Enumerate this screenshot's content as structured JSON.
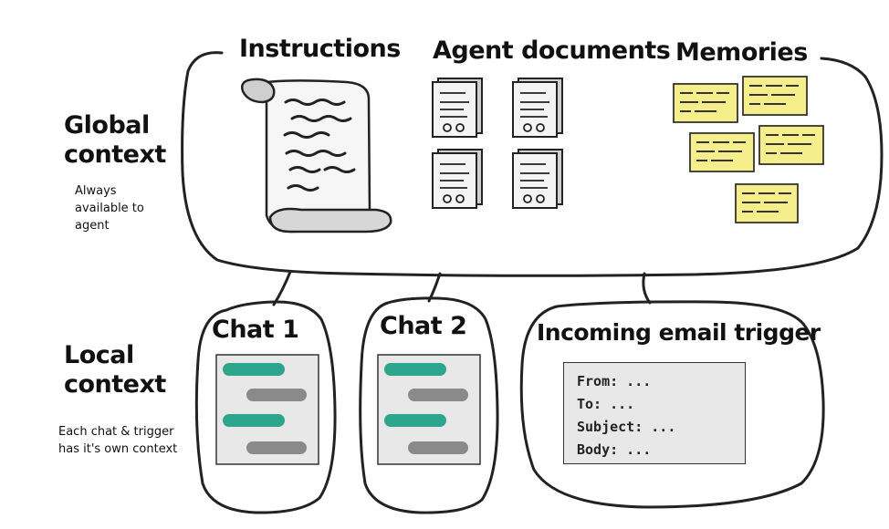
{
  "global": {
    "title_line1": "Global",
    "title_line2": "context",
    "note_line1": "Always",
    "note_line2": "available to",
    "note_line3": "agent",
    "sections": [
      "Instructions",
      "Agent documents",
      "Memories"
    ]
  },
  "local": {
    "title_line1": "Local",
    "title_line2": "context",
    "note_line1": "Each chat & trigger",
    "note_line2": "has it's own context",
    "cards": [
      "Chat 1",
      "Chat 2",
      "Incoming email trigger"
    ]
  },
  "email": {
    "lines": [
      "From: ...",
      "To: ...",
      "Subject: ...",
      "Body: ..."
    ]
  },
  "colors": {
    "teal": "#2ea58d",
    "gray_bubble": "#8a8a8a",
    "sticky_note": "#f5ee8a",
    "panel": "#e8e8e8"
  }
}
